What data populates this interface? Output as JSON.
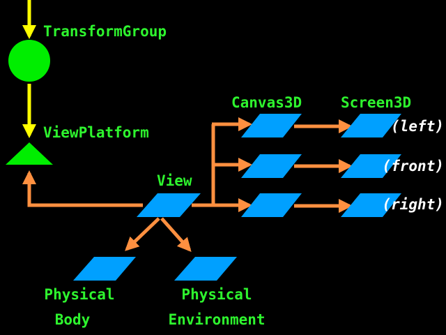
{
  "colors": {
    "background": "#000000",
    "scene_arrow": "#ffff00",
    "view_arrow": "#ff9040",
    "group_node": "#00ee00",
    "leaf_node": "#00a0ff",
    "label_green": "#2ef52e",
    "label_white": "#ffffff"
  },
  "labels": {
    "transform_group": "TransformGroup",
    "view_platform": "ViewPlatform",
    "view": "View",
    "canvas3d": "Canvas3D",
    "screen3d": "Screen3D",
    "left": "(left)",
    "front": "(front)",
    "right": "(right)",
    "physical_body_1": "Physical",
    "physical_body_2": "Body",
    "physical_env_1": "Physical",
    "physical_env_2": "Environment"
  }
}
